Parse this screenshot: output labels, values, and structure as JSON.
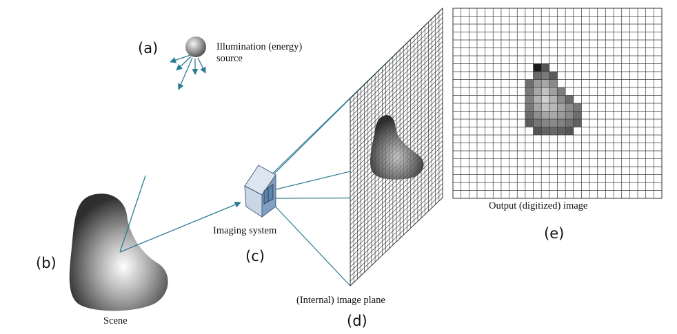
{
  "labels": {
    "a": "(a)",
    "b": "(b)",
    "c": "(c)",
    "d": "(d)",
    "e": "(e)"
  },
  "captions": {
    "illumination_line1": "Illumination (energy)",
    "illumination_line2": "source",
    "scene": "Scene",
    "imaging_system": "Imaging system",
    "image_plane": "(Internal) image plane",
    "output_image": "Output (digitized) image"
  },
  "colors": {
    "ray": "#2b7a93",
    "grid_line": "#3a3a3a",
    "camera_face": "#7fa0c4",
    "camera_side": "#c9d6e6"
  },
  "digitized_image": {
    "grid_columns": 26,
    "grid_rows": 24,
    "cells": [
      [
        10,
        7,
        "#1a1a1a"
      ],
      [
        11,
        7,
        "#555555"
      ],
      [
        10,
        8,
        "#6a6a6a"
      ],
      [
        11,
        8,
        "#7a7a7a"
      ],
      [
        12,
        8,
        "#5a5a5a"
      ],
      [
        9,
        9,
        "#6e6e6e"
      ],
      [
        10,
        9,
        "#9a9a9a"
      ],
      [
        11,
        9,
        "#a8a8a8"
      ],
      [
        12,
        9,
        "#8a8a8a"
      ],
      [
        9,
        10,
        "#7a7a7a"
      ],
      [
        10,
        10,
        "#a8a8a8"
      ],
      [
        11,
        10,
        "#c2c2c2"
      ],
      [
        12,
        10,
        "#a0a0a0"
      ],
      [
        13,
        10,
        "#7c7c7c"
      ],
      [
        9,
        11,
        "#828282"
      ],
      [
        10,
        11,
        "#b2b2b2"
      ],
      [
        11,
        11,
        "#d0d0d0"
      ],
      [
        12,
        11,
        "#b4b4b4"
      ],
      [
        13,
        11,
        "#8e8e8e"
      ],
      [
        14,
        11,
        "#6a6a6a"
      ],
      [
        9,
        12,
        "#7a7a7a"
      ],
      [
        10,
        12,
        "#a6a6a6"
      ],
      [
        11,
        12,
        "#c4c4c4"
      ],
      [
        12,
        12,
        "#b8b8b8"
      ],
      [
        13,
        12,
        "#a4a4a4"
      ],
      [
        14,
        12,
        "#8c8c8c"
      ],
      [
        15,
        12,
        "#777777"
      ],
      [
        9,
        13,
        "#6c6c6c"
      ],
      [
        10,
        13,
        "#8e8e8e"
      ],
      [
        11,
        13,
        "#a6a6a6"
      ],
      [
        12,
        13,
        "#aaaaaa"
      ],
      [
        13,
        13,
        "#9c9c9c"
      ],
      [
        14,
        13,
        "#8a8a8a"
      ],
      [
        15,
        13,
        "#6e6e6e"
      ],
      [
        9,
        14,
        "#5e5e5e"
      ],
      [
        10,
        14,
        "#767676"
      ],
      [
        11,
        14,
        "#878787"
      ],
      [
        12,
        14,
        "#8a8a8a"
      ],
      [
        13,
        14,
        "#818181"
      ],
      [
        14,
        14,
        "#727272"
      ],
      [
        15,
        14,
        "#616161"
      ],
      [
        10,
        15,
        "#555555"
      ],
      [
        11,
        15,
        "#646464"
      ],
      [
        12,
        15,
        "#686868"
      ],
      [
        13,
        15,
        "#606060"
      ],
      [
        14,
        15,
        "#555555"
      ]
    ]
  }
}
